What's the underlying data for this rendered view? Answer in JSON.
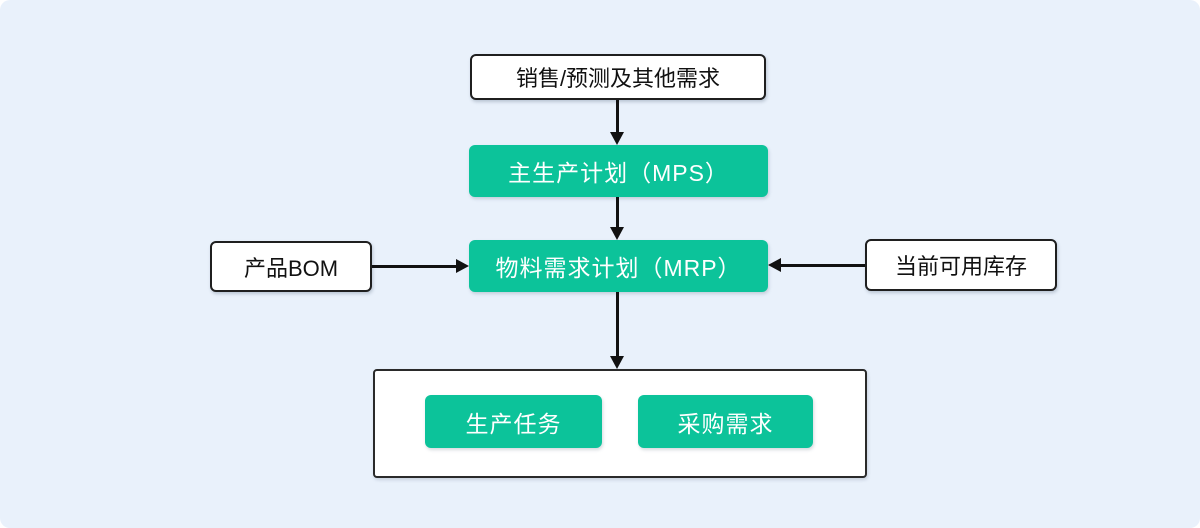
{
  "colors": {
    "canvas_background": "#E9F1FB",
    "node_green": "#0CC39A",
    "node_white": "#FFFFFF",
    "border_black": "#1F1F1F",
    "arrow_black": "#111111",
    "green_text": "#FFFFFF",
    "white_box_text": "#111111"
  },
  "nodes": {
    "sales_forecast": {
      "label": "销售/预测及其他需求",
      "style": "white"
    },
    "mps": {
      "label": "主生产计划（MPS）",
      "style": "green"
    },
    "bom": {
      "label": "产品BOM",
      "style": "white"
    },
    "mrp": {
      "label": "物料需求计划（MRP）",
      "style": "green"
    },
    "inventory": {
      "label": "当前可用库存",
      "style": "white"
    },
    "production_task": {
      "label": "生产任务",
      "style": "green"
    },
    "purchase_demand": {
      "label": "采购需求",
      "style": "green"
    }
  },
  "edges": [
    {
      "from": "sales_forecast",
      "to": "mps",
      "direction": "down"
    },
    {
      "from": "mps",
      "to": "mrp",
      "direction": "down"
    },
    {
      "from": "bom",
      "to": "mrp",
      "direction": "right"
    },
    {
      "from": "inventory",
      "to": "mrp",
      "direction": "left"
    },
    {
      "from": "mrp",
      "to": "outputs_container",
      "direction": "down"
    }
  ]
}
